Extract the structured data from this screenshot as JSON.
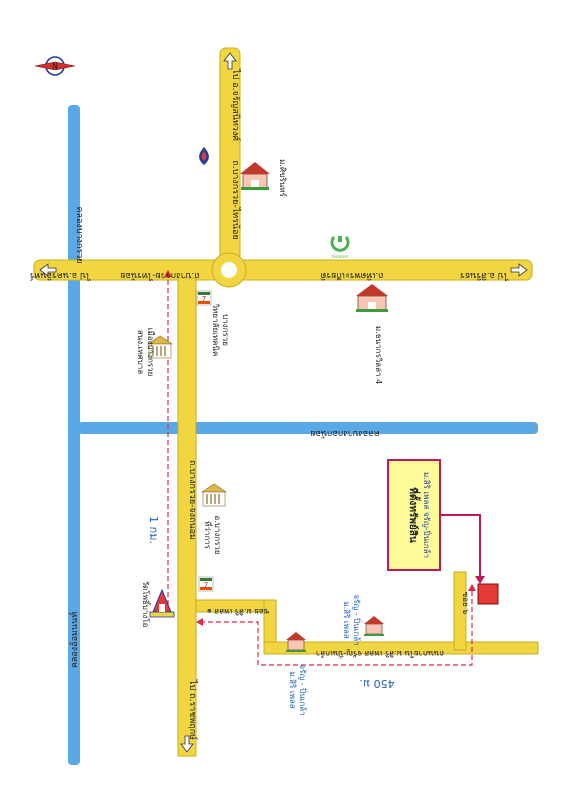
{
  "roads": {
    "west_end": "ไป อ.นครอินทร์",
    "main_horizontal": "ถ.บางกรวย-ไทรน้อย",
    "east_section": "ถ.เทิดพระเกียรติ",
    "east_end": "ไป อ.สิรินธร",
    "north_vertical": "ถ.บางกรวย-ไทรน้อย",
    "north_end": "ไป อ.จรัญสนิทวงศ์",
    "main_vertical": "ถ.บางกรวย-จงถนอม",
    "south_end": "ไป ถ.ราชพฤกษ์",
    "soi": "ซอย ม.สิริ เพลส ๑",
    "inner_road": "ถนนภายใน ม.สิริ เพลส จรัญ-ปิ่นเกล้า",
    "soi6": "ซอย ๖"
  },
  "canals": {
    "left": "คลองอ้อมนนท์",
    "left_upper": "คลองบางกรวย",
    "horizontal": "คลองบางกอกน้อย"
  },
  "landmarks": {
    "village1": "ม.ศิขรินทร์",
    "village2": "ม.ธนากรวิลล่า 4",
    "school_line1": "วิทยาลัยเทคนิค",
    "school_line2": "บางกรวย",
    "hospital_line1": "สนง.เทศบาล",
    "hospital_line2": "เมืองบางกรวย",
    "district_line1": "ที่ว่าการ",
    "district_line2": "อ.บางกรวย",
    "temple": "วัดโพธิ์บางโอ",
    "estate_a_line1": "ม.สิริ เพลส",
    "estate_a_line2": "จรัญ - ปิ่นเกล้า",
    "estate_b_line1": "ม.สิริ เพลส",
    "estate_b_line2": "จรัญ - ปิ่นเกล้า"
  },
  "callout": {
    "line1": "ที่ตั้งทรัพย์สิน",
    "line2": "ม.สิริ เพลส จรัญ-ปิ่นเกล้า"
  },
  "distances": {
    "vertical": "1 กม.",
    "horizontal": "450 ม."
  },
  "compass": {
    "letter": "N"
  },
  "brand_label": "Amazon",
  "seven_eleven": "7",
  "colors": {
    "road": "#f1d541",
    "road_edge": "#c9ae1f",
    "canal": "#5aa9e6",
    "callout_fill": "#fffb98",
    "callout_border": "#c2185b",
    "target": "#e53935",
    "dashed": "#e0284a",
    "text_blue": "#1f5fbf"
  }
}
